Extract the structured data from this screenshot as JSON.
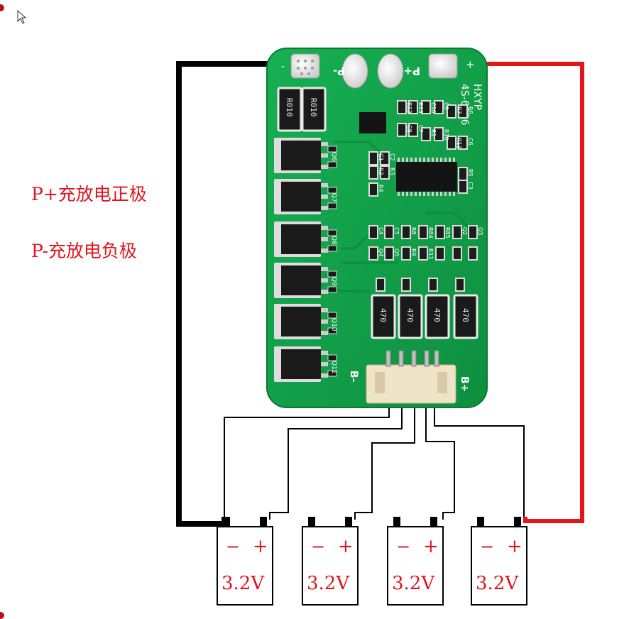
{
  "legend": {
    "p_plus": "P+充放电正极",
    "p_minus": "P-充放电负极"
  },
  "board": {
    "brand": "HXYP",
    "model": "4S-6036",
    "pad_neg": "-",
    "pad_p_minus": "P-",
    "pad_p_plus": "P+",
    "pad_pos": "+",
    "b_minus": "B-",
    "b_plus": "B+",
    "shunt_label": "R010",
    "resistor_label": "470",
    "mosfet_labels": [
      "Q6",
      "Q7",
      "Q8",
      "Q9",
      "Q10",
      "Q11"
    ],
    "small_labels": [
      "R12",
      "R13",
      "C10",
      "C9",
      "R7",
      "R6",
      "C8",
      "C7",
      "R1",
      "R10",
      "R11",
      "C6",
      "C1",
      "C2",
      "R2",
      "R3",
      "R4",
      "R5",
      "C3",
      "C4",
      "C5",
      "R8",
      "R84",
      "R85",
      "Q2",
      "Q3",
      "Q4",
      "Q5",
      "R9",
      "R11"
    ]
  },
  "cells": [
    {
      "minus": "−",
      "plus": "+",
      "voltage": "3.2V"
    },
    {
      "minus": "−",
      "plus": "+",
      "voltage": "3.2V"
    },
    {
      "minus": "−",
      "plus": "+",
      "voltage": "3.2V"
    },
    {
      "minus": "−",
      "plus": "+",
      "voltage": "3.2V"
    }
  ],
  "colors": {
    "pcb": "#11a04a",
    "pcb_dark": "#0a7a33",
    "wire_negative": "#000000",
    "wire_positive": "#e8141c",
    "label_red": "#e0141c",
    "connector": "#efe3c8"
  }
}
